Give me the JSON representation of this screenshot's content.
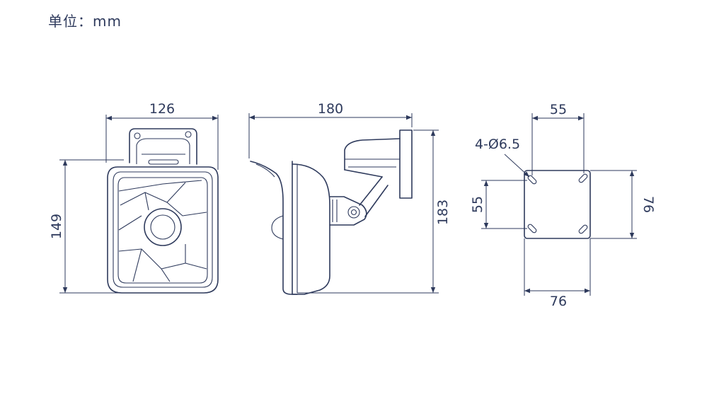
{
  "unit_label": "单位：mm",
  "front_view": {
    "width_label": "126",
    "height_label": "149"
  },
  "side_view": {
    "depth_label": "180",
    "height_label": "183"
  },
  "mount_plate": {
    "hole_label": "4-Ø6.5",
    "hole_spacing_x_label": "55",
    "hole_spacing_y_label": "55",
    "plate_width_label": "76",
    "plate_height_label": "76"
  }
}
